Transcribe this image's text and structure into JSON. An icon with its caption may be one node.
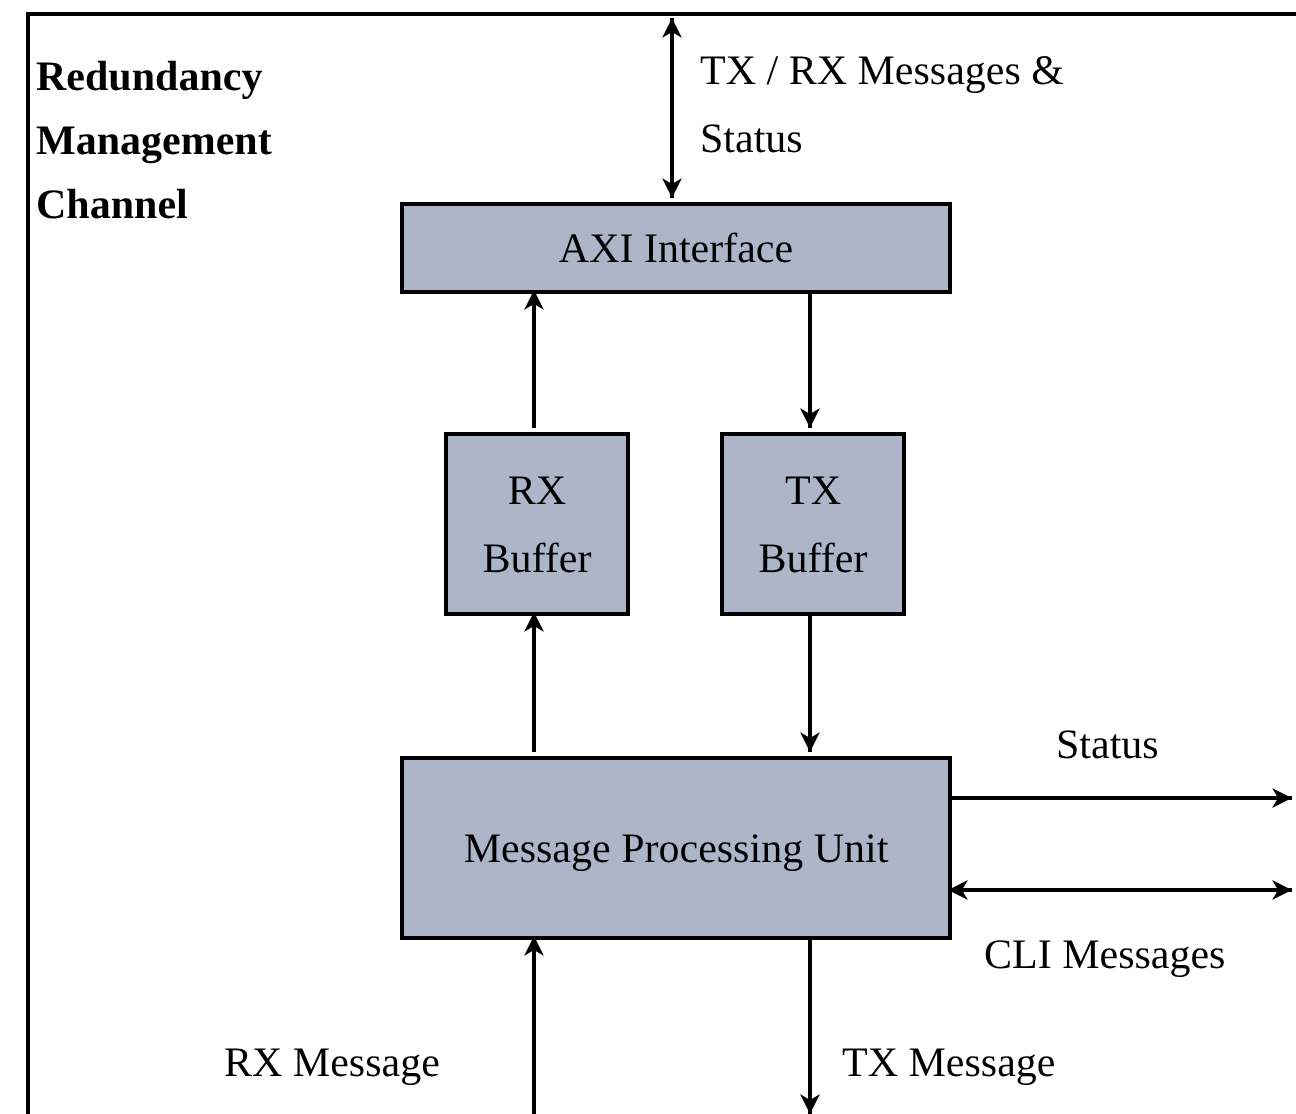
{
  "diagram": {
    "nodes": [
      {
        "text": [
          "Redundancy Management Channel"
        ]
      },
      {
        "text": [
          "AXI Interface"
        ],
        "in": 0
      },
      {
        "text": [
          "RX Buffer"
        ],
        "in": 0
      },
      {
        "text": [
          "TX Buffer"
        ],
        "in": 0
      },
      {
        "text": [
          "Message Processing Unit"
        ],
        "in": 0
      }
    ],
    "edges": [
      {
        "from": null,
        "to": 1,
        "arrow": "both",
        "label": "TX / RX Messages & Status"
      },
      {
        "from": 2,
        "to": 1,
        "arrow": "to"
      },
      {
        "from": 1,
        "to": 3,
        "arrow": "to"
      },
      {
        "from": 4,
        "to": 2,
        "arrow": "to"
      },
      {
        "from": 3,
        "to": 4,
        "arrow": "to"
      },
      {
        "from": 4,
        "to": null,
        "arrow": "to",
        "label": "Status"
      },
      {
        "from": 4,
        "to": null,
        "arrow": "both",
        "label": "CLI Messages"
      },
      {
        "from": null,
        "to": 4,
        "arrow": "to",
        "label": "RX Message"
      },
      {
        "from": 4,
        "to": null,
        "arrow": "to",
        "label": "TX Message"
      }
    ]
  }
}
